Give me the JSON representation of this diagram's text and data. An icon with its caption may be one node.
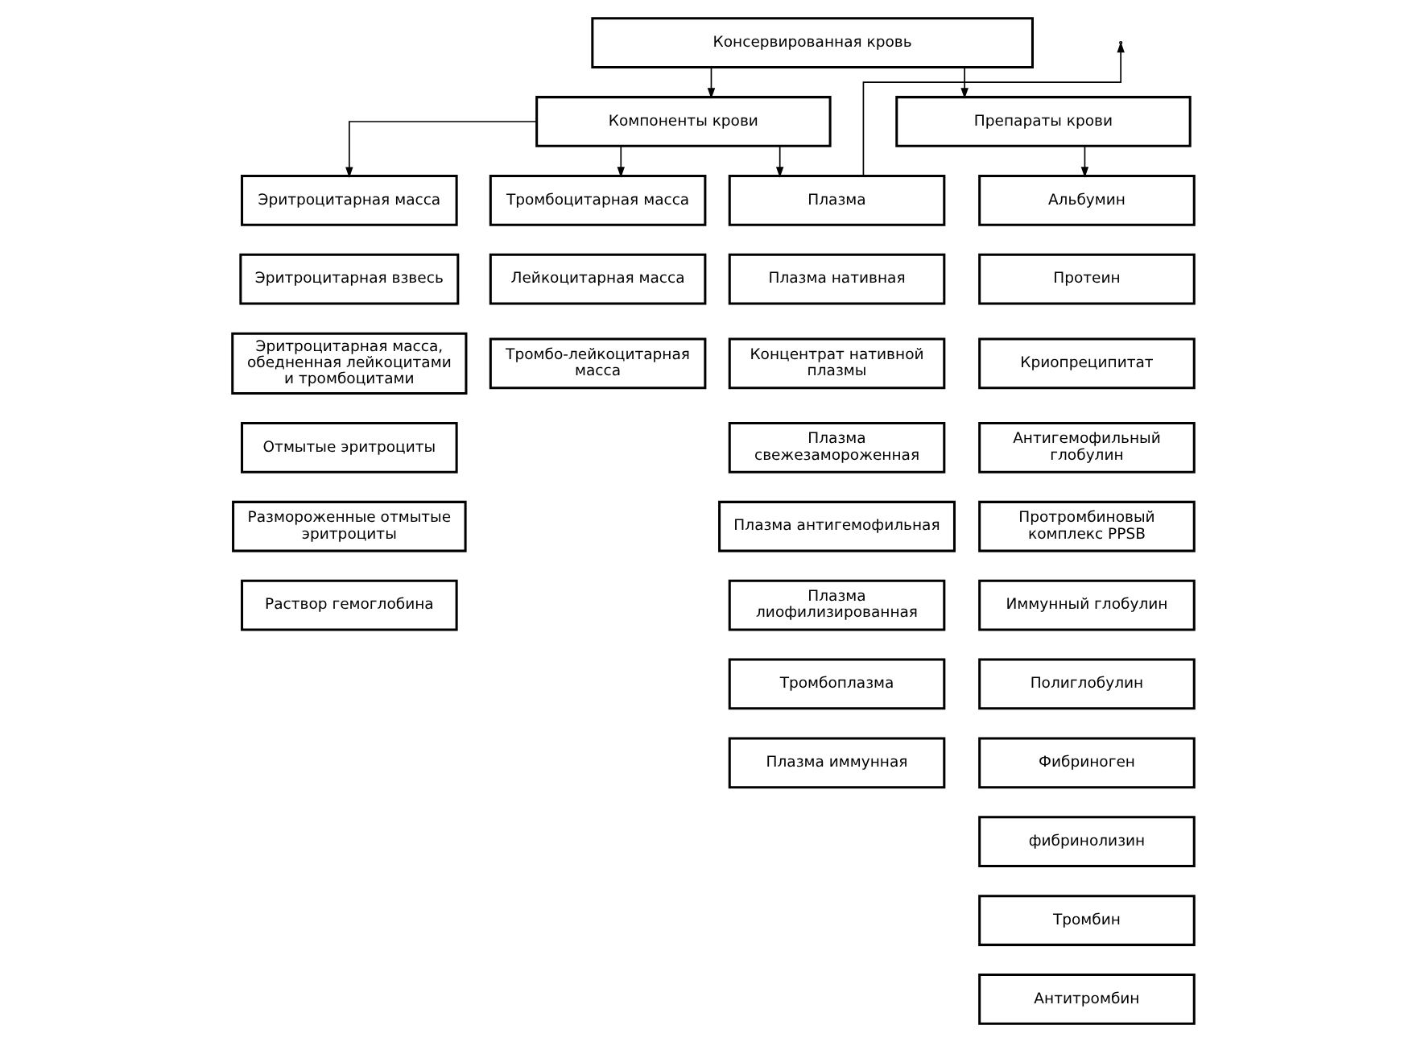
{
  "diagram": {
    "nodes": [
      {
        "text": [
          "Консервированная кровь"
        ]
      },
      {
        "text": [
          "Компоненты крови"
        ]
      },
      {
        "text": [
          "Препараты крови"
        ]
      },
      {
        "text": [
          "Эритроцитарная масса"
        ]
      },
      {
        "text": [
          "Эритроцитарная взвесь"
        ]
      },
      {
        "text": [
          "Эритроцитарная масса, обедненная лейкоцитами и тромбоцитами"
        ]
      },
      {
        "text": [
          "Отмытые эритроциты"
        ]
      },
      {
        "text": [
          "Размороженные отмытые эритроциты"
        ]
      },
      {
        "text": [
          "Раствор гемоглобина"
        ]
      },
      {
        "text": [
          "Тромбоцитарная масса"
        ]
      },
      {
        "text": [
          "Лейкоцитарная масса"
        ]
      },
      {
        "text": [
          "Тромбо-лейкоцитарная масса"
        ]
      },
      {
        "text": [
          "Плазма"
        ]
      },
      {
        "text": [
          "Плазма нативная"
        ]
      },
      {
        "text": [
          "Концентрат нативной плазмы"
        ]
      },
      {
        "text": [
          "Плазма свежезамороженная"
        ]
      },
      {
        "text": [
          "Плазма антигемофильная"
        ]
      },
      {
        "text": [
          "Плазма лиофилизированная"
        ]
      },
      {
        "text": [
          "Тромбоплазма"
        ]
      },
      {
        "text": [
          "Плазма иммунная"
        ]
      },
      {
        "text": [
          "Альбумин"
        ]
      },
      {
        "text": [
          "Протеин"
        ]
      },
      {
        "text": [
          "Криопреципитат"
        ]
      },
      {
        "text": [
          "Антигемофильный глобулин"
        ]
      },
      {
        "text": [
          "Протромбиновый комплекс PPSB"
        ]
      },
      {
        "text": [
          "Иммунный глобулин"
        ]
      },
      {
        "text": [
          "Полиглобулин"
        ]
      },
      {
        "text": [
          "Фибриноген"
        ]
      },
      {
        "text": [
          "фибринолизин"
        ]
      },
      {
        "text": [
          "Тромбин"
        ]
      },
      {
        "text": [
          "Антитромбин"
        ]
      }
    ],
    "edges": [
      {
        "from": 0,
        "to": 1,
        "arrow": "to"
      },
      {
        "from": 0,
        "to": 2,
        "arrow": "to"
      },
      {
        "from": 1,
        "to": 3,
        "arrow": "to"
      },
      {
        "from": 1,
        "to": 9,
        "arrow": "to"
      },
      {
        "from": 1,
        "to": 12,
        "arrow": "to"
      },
      {
        "from": 2,
        "to": 20,
        "arrow": "to"
      },
      {
        "from": 12,
        "to": null,
        "arrow": "to"
      }
    ]
  }
}
